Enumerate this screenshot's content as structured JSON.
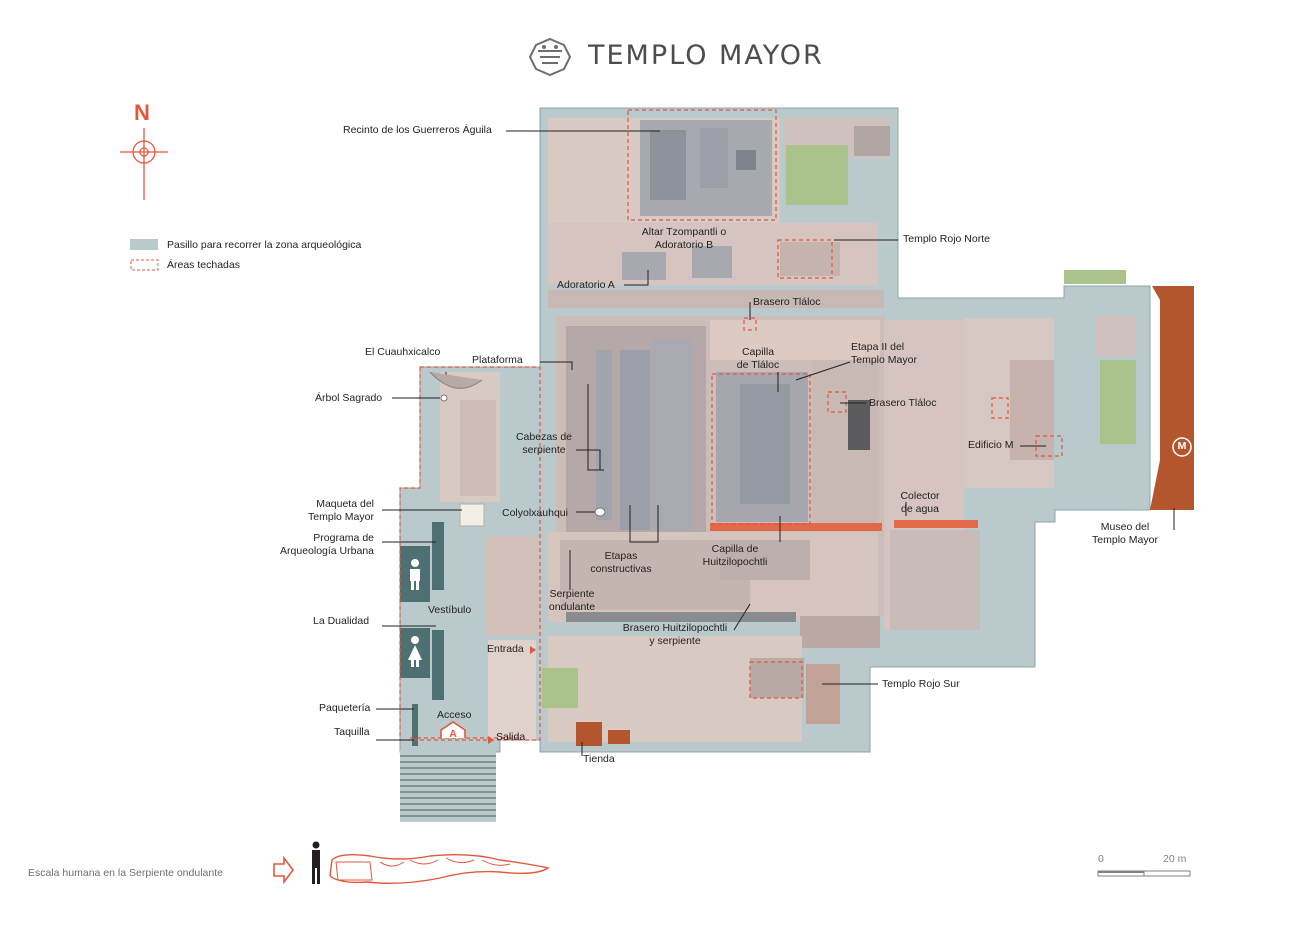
{
  "title": "TEMPLO MAYOR",
  "north": "N",
  "legend": [
    {
      "label": "Pasillo para recorrer la zona arqueológica",
      "color": "#b9c9cc"
    },
    {
      "label": "Áreas techadas",
      "color": "#e2583e"
    }
  ],
  "labels": {
    "recinto": "Recinto de los Guerreros Águila",
    "altar_1": "Altar Tzompantli o",
    "altar_2": "Adoratorio B",
    "adoratorio_a": "Adoratorio A",
    "templo_rojo_norte": "Templo Rojo Norte",
    "brasero_tlaloc_top": "Brasero Tláloc",
    "cuauhxicalco": "El Cuauhxicalco",
    "plataforma": "Plataforma",
    "arbol": "Árbol Sagrado",
    "capilla_tlaloc_1": "Capilla",
    "capilla_tlaloc_2": "de Tláloc",
    "etapa_ii_1": "Etapa II del",
    "etapa_ii_2": "Templo Mayor",
    "brasero_tlaloc_right": "Brasero Tláloc",
    "cabezas_1": "Cabezas de",
    "cabezas_2": "serpiente",
    "edificio_m": "Edificio M",
    "maqueta_1": "Maqueta del",
    "maqueta_2": "Templo Mayor",
    "colyolxauhqui": "Colyolxauhqui",
    "colector_1": "Colector",
    "colector_2": "de agua",
    "programa_1": "Programa de",
    "programa_2": "Arqueología Urbana",
    "etapas_1": "Etapas",
    "etapas_2": "constructivas",
    "capilla_huitz_1": "Capilla de",
    "capilla_huitz_2": "Huitzilopochtli",
    "museo_1": "Museo del",
    "museo_2": "Templo Mayor",
    "museo_icon": "M",
    "serpiente_1": "Serpiente",
    "serpiente_2": "ondulante",
    "vestibulo": "Vestíbulo",
    "la_dualidad": "La Dualidad",
    "brasero_huitz_1": "Brasero Huitzilopochtli",
    "brasero_huitz_2": "y serpiente",
    "entrada": "Entrada",
    "templo_rojo_sur": "Templo Rojo Sur",
    "paqueteria": "Paquetería",
    "acceso": "Acceso",
    "acceso_icon": "A",
    "taquilla": "Taquilla",
    "salida": "Salida",
    "tienda": "Tienda"
  },
  "footer": {
    "scale_human": "Escala humana en la Serpiente ondulante",
    "scale_zero": "0",
    "scale_max": "20 m"
  },
  "colors": {
    "walkway": "#b9c9cc",
    "ruins": "#d7c7c2",
    "roofed_outline": "#e2583e",
    "museum": "#b3562d",
    "grass": "#a9c38b",
    "icon_panel": "#4f7073"
  },
  "icons": [
    "templo-mayor-logo-icon",
    "north-compass-icon",
    "men-restroom-icon",
    "women-restroom-icon",
    "museum-icon",
    "access-icon",
    "arrow-right-icon",
    "human-figure-icon",
    "serpent-icon"
  ]
}
